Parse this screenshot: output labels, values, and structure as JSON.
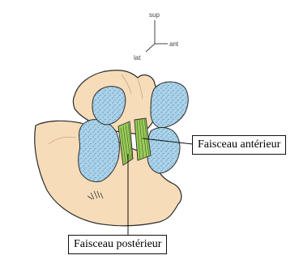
{
  "orientation": {
    "sup": "sup",
    "ant": "ant",
    "lat": "lat"
  },
  "labels": {
    "anterior": "Faisceau antérieur",
    "posterior": "Faisceau postérieur"
  },
  "colors": {
    "bone": "#f7dcb9",
    "cartilage": "#a9d3ea",
    "ligament": "#9ccc5a",
    "outline": "#2b2b2b"
  }
}
